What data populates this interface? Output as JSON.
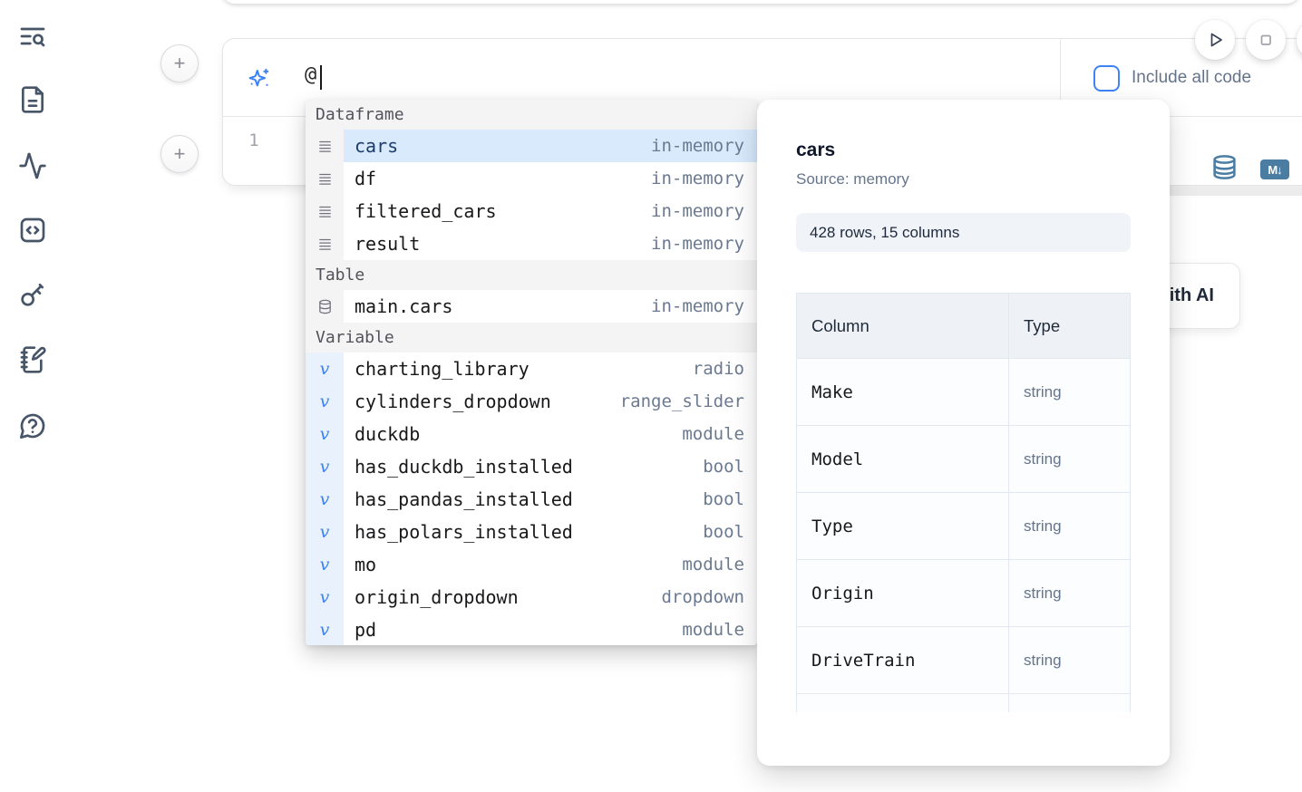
{
  "colors": {
    "accent_blue": "#3b82f6",
    "steel_blue_icon": "#4b7da3",
    "selection_bg": "#d8eafc",
    "selection_text": "#1c3d6b",
    "muted_text": "#64748b"
  },
  "sidebar": {
    "icons": [
      {
        "name": "text-search-icon"
      },
      {
        "name": "file-document-icon"
      },
      {
        "name": "activity-icon"
      },
      {
        "name": "code-snippet-icon"
      },
      {
        "name": "key-icon"
      },
      {
        "name": "scratchpad-icon"
      },
      {
        "name": "help-chat-icon"
      }
    ]
  },
  "cell": {
    "prompt_value": "@",
    "include_all_code_label": "Include all code",
    "line_number": "1"
  },
  "right_panel": {
    "markdown_badge": "M↓",
    "ai_button_label": "with AI"
  },
  "autocomplete": {
    "sections": [
      {
        "label": "Dataframe",
        "icon": "dataframe-icon",
        "items": [
          {
            "name": "cars",
            "type": "in-memory",
            "selected": true
          },
          {
            "name": "df",
            "type": "in-memory"
          },
          {
            "name": "filtered_cars",
            "type": "in-memory"
          },
          {
            "name": "result",
            "type": "in-memory"
          }
        ]
      },
      {
        "label": "Table",
        "icon": "database-icon",
        "items": [
          {
            "name": "main.cars",
            "type": "in-memory"
          }
        ]
      },
      {
        "label": "Variable",
        "icon": "variable-icon",
        "items": [
          {
            "name": "charting_library",
            "type": "radio"
          },
          {
            "name": "cylinders_dropdown",
            "type": "range_slider"
          },
          {
            "name": "duckdb",
            "type": "module"
          },
          {
            "name": "has_duckdb_installed",
            "type": "bool"
          },
          {
            "name": "has_pandas_installed",
            "type": "bool"
          },
          {
            "name": "has_polars_installed",
            "type": "bool"
          },
          {
            "name": "mo",
            "type": "module"
          },
          {
            "name": "origin_dropdown",
            "type": "dropdown"
          },
          {
            "name": "pd",
            "type": "module"
          }
        ]
      }
    ]
  },
  "preview": {
    "title": "cars",
    "source": "Source: memory",
    "shape_badge": "428 rows, 15 columns",
    "table": {
      "headers": [
        "Column",
        "Type"
      ],
      "rows": [
        [
          "Make",
          "string"
        ],
        [
          "Model",
          "string"
        ],
        [
          "Type",
          "string"
        ],
        [
          "Origin",
          "string"
        ],
        [
          "DriveTrain",
          "string"
        ],
        [
          "",
          ""
        ]
      ]
    }
  }
}
